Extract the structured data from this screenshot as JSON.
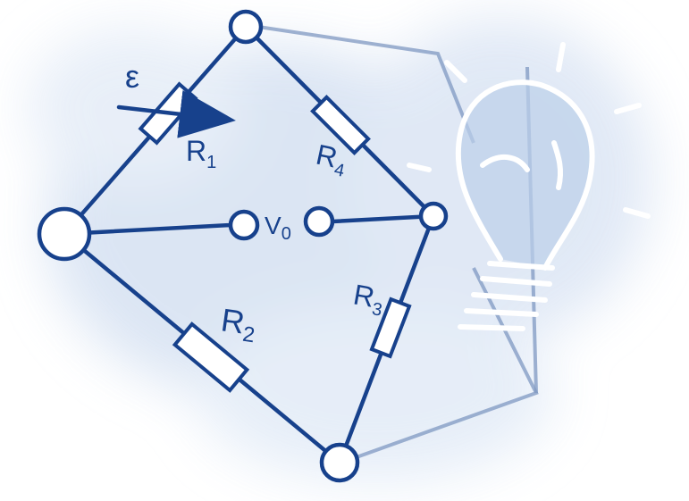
{
  "diagram": {
    "labels": {
      "epsilon": "ε",
      "r1": "R",
      "r1_sub": "1",
      "r2": "R",
      "r2_sub": "2",
      "r3": "R",
      "r3_sub": "3",
      "r4": "R",
      "r4_sub": "4",
      "v0": "V",
      "v0_sub": "0"
    },
    "colors": {
      "ink": "#17418c",
      "faint": "#7f98c2",
      "background_glow": "#d5e1f2"
    },
    "icons": [
      "light-bulb-icon",
      "arrow-icon"
    ]
  }
}
